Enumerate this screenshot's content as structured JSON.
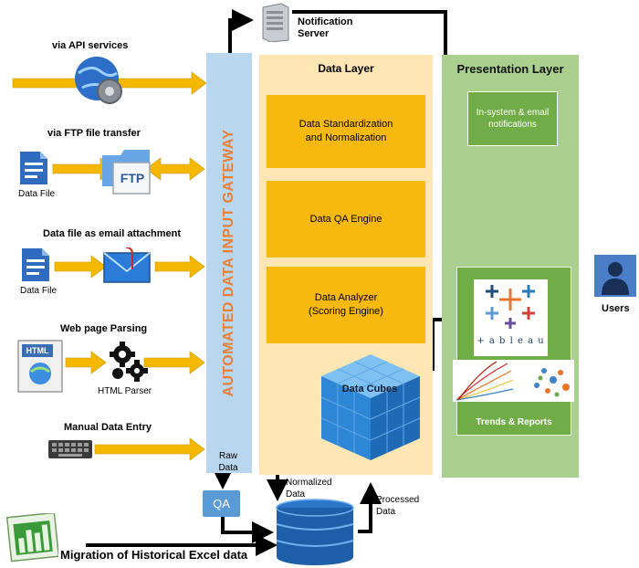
{
  "gateway": {
    "title": "AUTOMATED DATA INPUT GATEWAY",
    "raw_data": "Raw Data"
  },
  "inputs": {
    "api": "via API services",
    "ftp": "via FTP file transfer",
    "ftp_file": "Data File",
    "ftp_badge": "FTP",
    "email": "Data file as email attachment",
    "email_file": "Data File",
    "web": "Web page Parsing",
    "html_badge": "HTML",
    "parser": "HTML Parser",
    "manual": "Manual Data Entry",
    "excel": "Migration of Historical Excel data"
  },
  "notification_server": "Notification Server",
  "data_layer": {
    "title": "Data Layer",
    "boxes": [
      "Data Standardization and Normalization",
      "Data QA Engine",
      "Data Analyzer (Scoring Engine)"
    ],
    "cubes": "Data Cubes"
  },
  "presentation_layer": {
    "title": "Presentation Layer",
    "notifications": "In-system & email notifications",
    "trends": "Trends & Reports",
    "tableau_logo": "+ a b l e a u"
  },
  "users": "Users",
  "qa": "QA",
  "flows": {
    "normalized": "Normalized Data",
    "processed": "Processed Data"
  },
  "colors": {
    "gateway": "#b9d6ef",
    "data_layer": "#fde6b3",
    "box": "#f8b90f",
    "presentation": "#a9d08e",
    "green": "#70ad47",
    "arrow": "#f5b800",
    "accent": "#e8803a"
  }
}
